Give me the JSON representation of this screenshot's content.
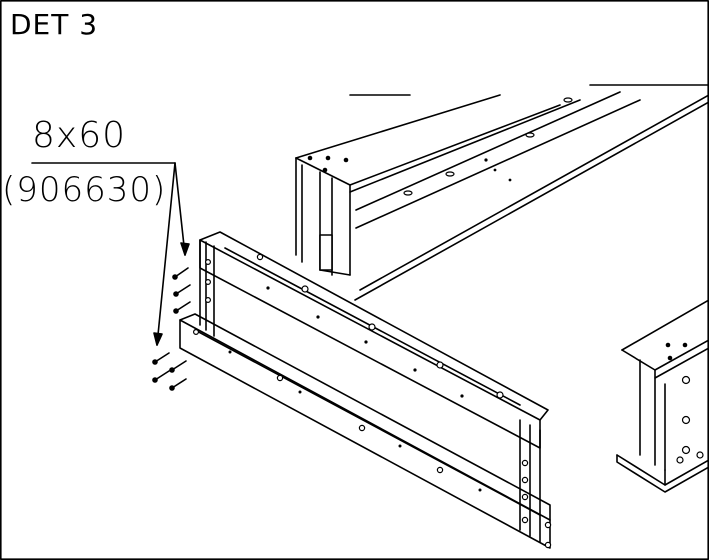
{
  "drawing": {
    "detail_label": "DET 3",
    "callout": {
      "quantity_size": "8x60",
      "part_number": "(906630)"
    }
  },
  "colors": {
    "line": "#000000",
    "background": "#ffffff"
  }
}
